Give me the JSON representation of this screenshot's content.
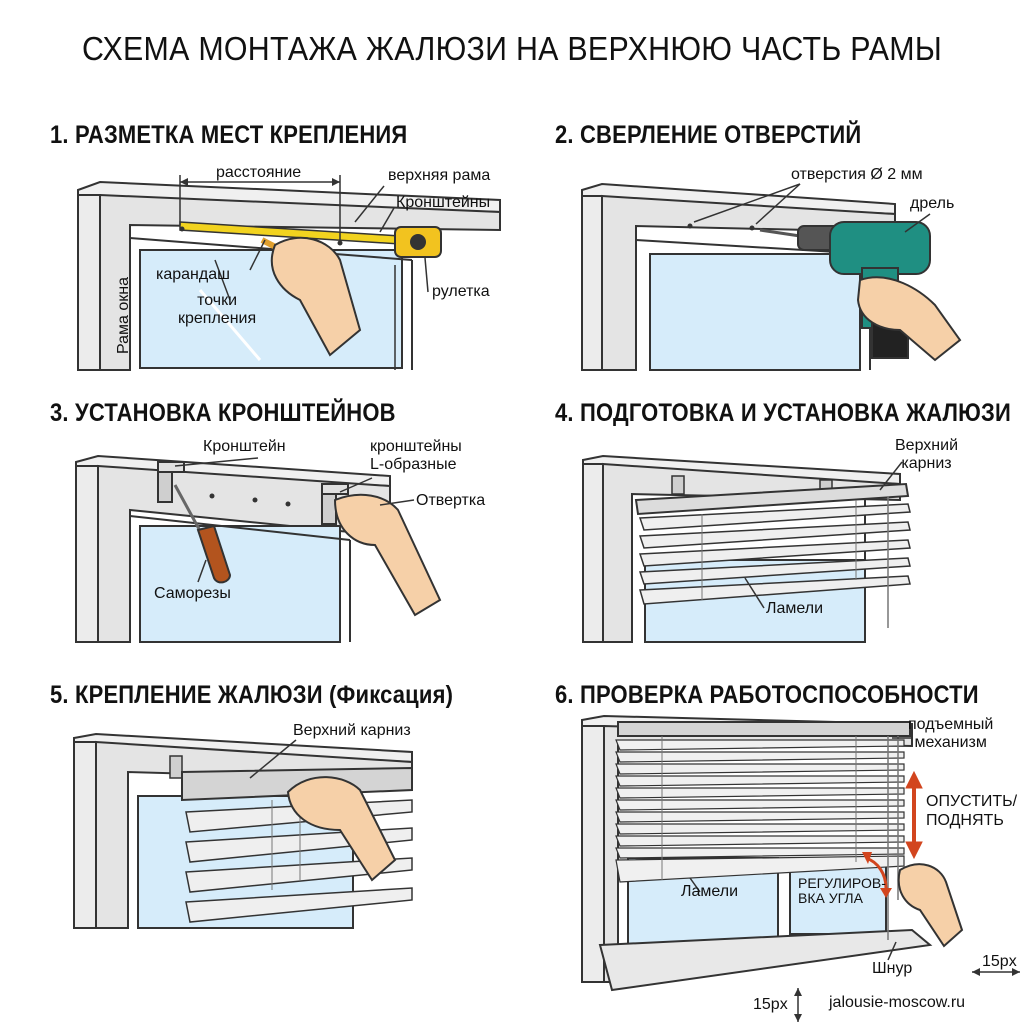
{
  "title": "СХЕМА МОНТАЖА ЖАЛЮЗИ НА ВЕРХНЮЮ ЧАСТЬ РАМЫ",
  "steps": [
    {
      "title": "1. РАЗМЕТКА МЕСТ КРЕПЛЕНИЯ",
      "labels": {
        "distance": "расстояние",
        "top_frame": "верхняя рама",
        "brackets": "Кронштейны",
        "pencil": "карандаш",
        "points": "точки\nкрепления",
        "tape": "рулетка",
        "window_frame": "Рама окна"
      }
    },
    {
      "title": "2. СВЕРЛЕНИЕ ОТВЕРСТИЙ",
      "labels": {
        "holes": "отверстия Ø 2 мм",
        "drill": "дрель"
      }
    },
    {
      "title": "3. УСТАНОВКА КРОНШТЕЙНОВ",
      "labels": {
        "bracket": "Кронштейн",
        "l_brackets": "кронштейны\nL-образные",
        "screwdriver": "Отвертка",
        "screws": "Саморезы"
      }
    },
    {
      "title": "4. ПОДГОТОВКА И УСТАНОВКА ЖАЛЮЗИ",
      "labels": {
        "cornice": "Верхний\nкарниз",
        "slats": "Ламели"
      }
    },
    {
      "title": "5. КРЕПЛЕНИЕ ЖАЛЮЗИ (Фиксация)",
      "labels": {
        "cornice": "Верхний карниз"
      }
    },
    {
      "title": "6. ПРОВЕРКА РАБОТОСПОСОБНОСТИ",
      "labels": {
        "mechanism": "подъемный\nмеханизм",
        "up_down": "ОПУСТИТЬ/\nПОДНЯТЬ",
        "slats": "Ламели",
        "angle": "РЕГУЛИРОВ-\nВКА УГЛА",
        "cord": "Шнур"
      }
    }
  ],
  "footer": {
    "dim_right": "15px",
    "dim_bottom": "15px",
    "website": "jalousie-moscow.ru"
  },
  "colors": {
    "frame": "#e6e6e6",
    "outline": "#333333",
    "glass": "#d6ecfa",
    "tape": "#f2d31f",
    "drill": "#1f8f82",
    "skin": "#f6d0a8",
    "handle": "#b3541e",
    "arrow": "#d2451e"
  }
}
